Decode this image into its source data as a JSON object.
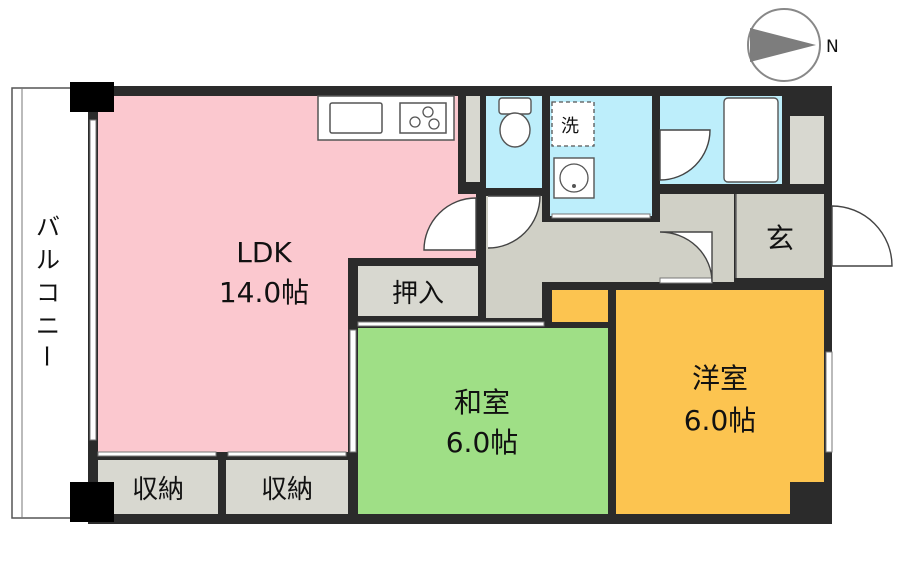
{
  "compass": {
    "label": "N"
  },
  "rooms": {
    "ldk": {
      "name": "LDK",
      "size": "14.0帖"
    },
    "washitsu": {
      "name": "和室",
      "size": "6.0帖"
    },
    "youshitsu": {
      "name": "洋室",
      "size": "6.0帖"
    },
    "oshiire": {
      "name": "押入"
    },
    "shuno1": {
      "name": "収納"
    },
    "shuno2": {
      "name": "収納"
    },
    "genkan": {
      "name": "玄"
    },
    "washer": {
      "name": "洗"
    }
  },
  "balcony": {
    "chars": [
      "バ",
      "ル",
      "コ",
      "ニ",
      "ー"
    ]
  },
  "colors": {
    "wall": "#2b2b2b",
    "ldk": "#fbc8cf",
    "washitsu": "#9fdf86",
    "youshitsu": "#fcc450",
    "wet": "#bdeefb",
    "storage": "#d8d8d0",
    "hall": "#d0d0c6"
  }
}
